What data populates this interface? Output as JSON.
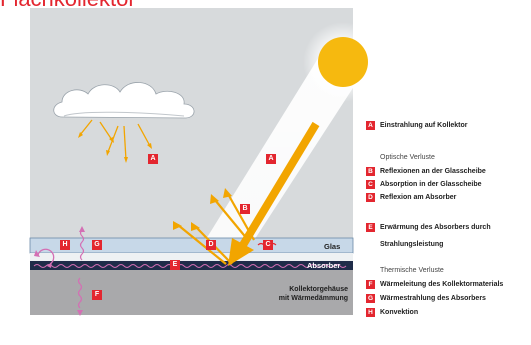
{
  "title": "Flachkollektor",
  "colors": {
    "accent_red": "#e3262f",
    "sun": "#f6b90f",
    "arrow_orange": "#f2a500",
    "panel_grey": "#d7dadc",
    "glass": "#c7d8e8",
    "absorber": "#1f2c49",
    "housing": "#a9a9ab",
    "wave_pink": "#d46fb4"
  },
  "diagram": {
    "badges": [
      "A",
      "A",
      "B",
      "C",
      "D",
      "E",
      "F",
      "G",
      "H"
    ],
    "layers": {
      "glass": "Glas",
      "absorber": "Absorber",
      "housing_line1": "Kollektorgehäuse",
      "housing_line2": "mit Wärmedämmung"
    }
  },
  "legend": {
    "intro": {
      "letter": "A",
      "text": "Einstrahlung auf Kollektor"
    },
    "optical_heading": "Optische Verluste",
    "optical": [
      {
        "letter": "B",
        "text": "Reflexionen an der Glasscheibe"
      },
      {
        "letter": "C",
        "text": "Absorption in der Glasscheibe"
      },
      {
        "letter": "D",
        "text": "Reflexion am Absorber"
      }
    ],
    "heating": {
      "letter": "E",
      "line1": "Erwärmung des Absorbers durch",
      "line2": "Strahlungsleistung"
    },
    "thermal_heading": "Thermische Verluste",
    "thermal": [
      {
        "letter": "F",
        "text": "Wärmeleitung des Kollektormaterials"
      },
      {
        "letter": "G",
        "text": "Wärmestrahlung des Absorbers"
      },
      {
        "letter": "H",
        "text": "Konvektion"
      }
    ]
  }
}
